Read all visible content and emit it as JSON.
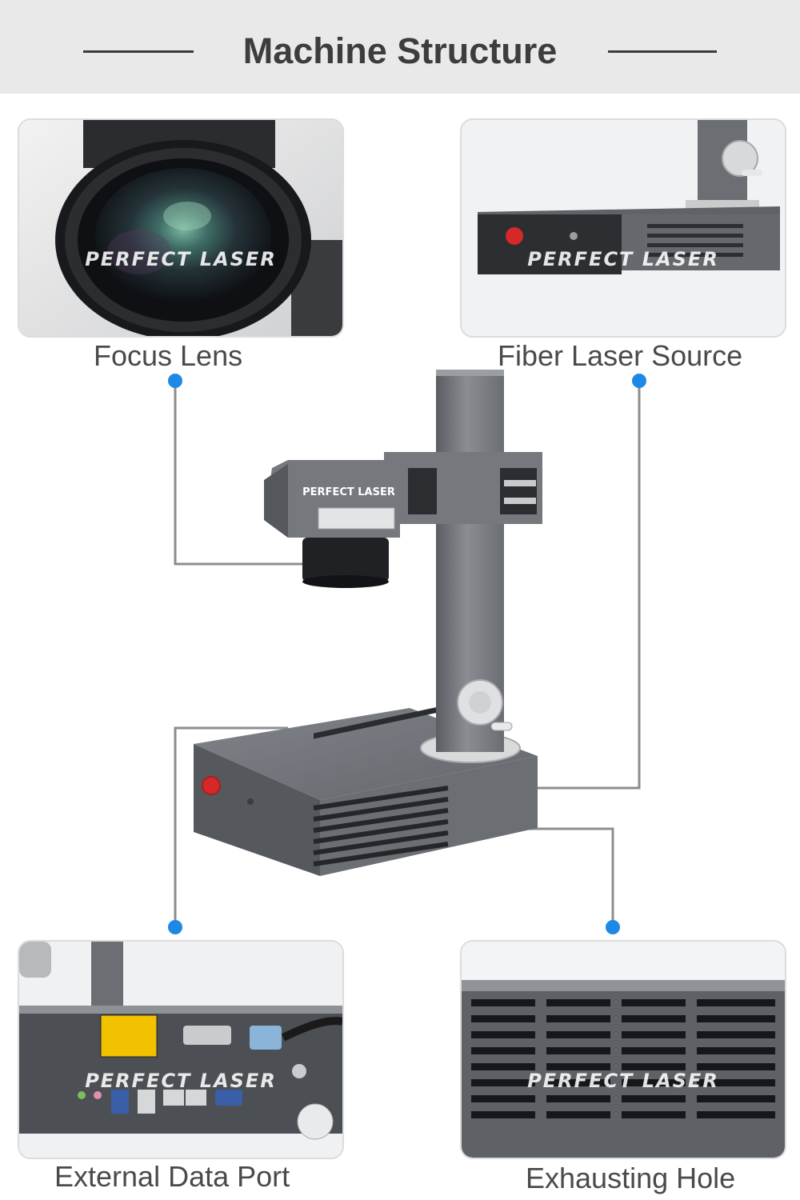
{
  "header": {
    "title": "Machine Structure"
  },
  "watermark": "PERFECT LASER",
  "machine_brand": "PERFECT LASER",
  "callouts": [
    {
      "label": "Focus Lens"
    },
    {
      "label": "Fiber Laser Source"
    },
    {
      "label": "External Data Port"
    },
    {
      "label": "Exhausting Hole"
    }
  ],
  "colors": {
    "accent_dot": "#1e88e5",
    "header_bg": "#e9e9e9",
    "machine_gray": "#6d7075",
    "emergency_red": "#d62828"
  },
  "icons": [
    "emergency-stop-icon",
    "usb-port-icon",
    "ethernet-port-icon",
    "vga-port-icon",
    "audio-jack-icon",
    "warning-label-icon"
  ]
}
